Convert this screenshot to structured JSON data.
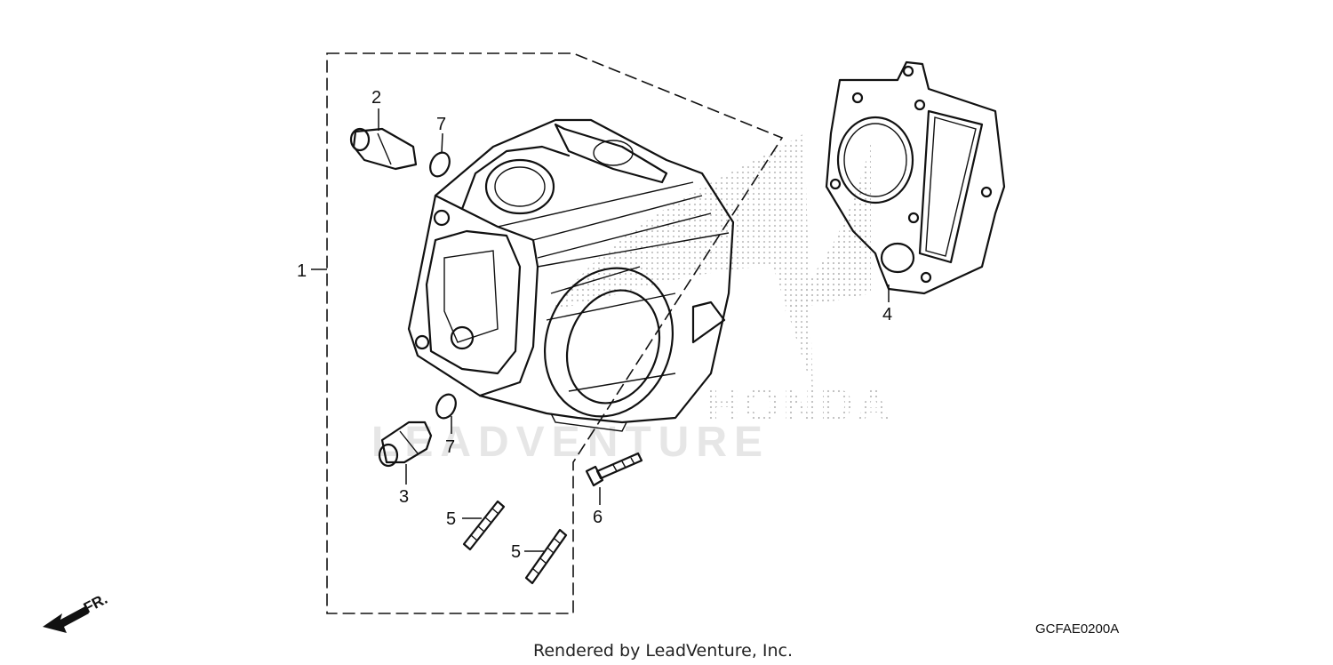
{
  "diagram": {
    "callouts": [
      {
        "id": "1",
        "label": "1"
      },
      {
        "id": "2",
        "label": "2"
      },
      {
        "id": "3",
        "label": "3"
      },
      {
        "id": "4",
        "label": "4"
      },
      {
        "id": "5a",
        "label": "5"
      },
      {
        "id": "5b",
        "label": "5"
      },
      {
        "id": "6",
        "label": "6"
      },
      {
        "id": "7a",
        "label": "7"
      },
      {
        "id": "7b",
        "label": "7"
      }
    ],
    "direction_label": "FR.",
    "watermark_brand": "HONDA",
    "watermark_text": "LEADVENTURE",
    "diagram_code": "GCFAE0200A",
    "footer": "Rendered by LeadVenture, Inc."
  }
}
